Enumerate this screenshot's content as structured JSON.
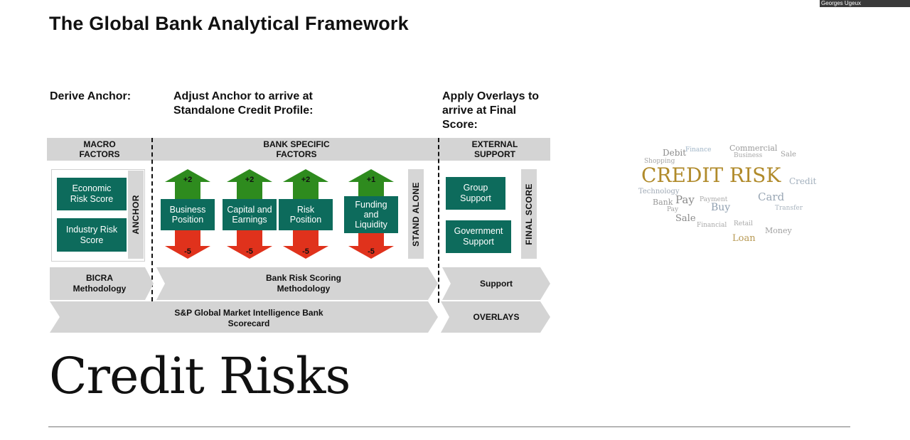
{
  "title": "The Global Bank Analytical Framework",
  "headers": {
    "derive": "Derive Anchor:",
    "adjust_l1": "Adjust Anchor to arrive at",
    "adjust_l2": "Standalone Credit Profile:",
    "apply_l1": "Apply Overlays to",
    "apply_l2": "arrive at Final",
    "apply_l3": "Score:"
  },
  "bars": {
    "macro_l1": "MACRO",
    "macro_l2": "FACTORS",
    "bank_l1": "BANK SPECIFIC",
    "bank_l2": "FACTORS",
    "ext_l1": "EXTERNAL",
    "ext_l2": "SUPPORT"
  },
  "macro_boxes": {
    "econ_l1": "Economic",
    "econ_l2": "Risk Score",
    "industry_l1": "Industry Risk",
    "industry_l2": "Score"
  },
  "vertical_labels": {
    "anchor": "ANCHOR",
    "stand_alone": "STAND ALONE",
    "final_score": "FINAL SCORE"
  },
  "factors": [
    {
      "up": "+2",
      "down": "-5",
      "label_l1": "Business",
      "label_l2": "Position",
      "label_l3": ""
    },
    {
      "up": "+2",
      "down": "-5",
      "label_l1": "Capital and",
      "label_l2": "Earnings",
      "label_l3": ""
    },
    {
      "up": "+2",
      "down": "-5",
      "label_l1": "Risk",
      "label_l2": "Position",
      "label_l3": ""
    },
    {
      "up": "+1",
      "down": "-5",
      "label_l1": "Funding",
      "label_l2": "and",
      "label_l3": "Liquidity"
    }
  ],
  "support_boxes": {
    "group_l1": "Group",
    "group_l2": "Support",
    "gov_l1": "Government",
    "gov_l2": "Support"
  },
  "chevrons": {
    "bicra_l1": "BICRA",
    "bicra_l2": "Methodology",
    "bank_l1": "Bank Risk Scoring",
    "bank_l2": "Methodology",
    "support": "Support",
    "sp_l1": "S&P Global Market Intelligence Bank",
    "sp_l2": "Scorecard",
    "overlays": "OVERLAYS"
  },
  "word_cloud": {
    "main": "CREDIT RISK",
    "words": [
      "Debit",
      "Finance",
      "Commercial",
      "Business",
      "Sale",
      "Shopping",
      "Technology",
      "Pay",
      "Payment",
      "Bank",
      "Buy",
      "Card",
      "Credit",
      "Loan",
      "Money",
      "Transfer",
      "Retail",
      "Financial",
      "Sale",
      "Pay"
    ]
  },
  "subtitle": "Credit Risks",
  "presenter": "Georges Ugeux",
  "colors": {
    "teal": "#0d6b5c",
    "green": "#2e8b1e",
    "red": "#e0321c",
    "gray": "#d4d4d4",
    "gold": "#b08a2a"
  }
}
